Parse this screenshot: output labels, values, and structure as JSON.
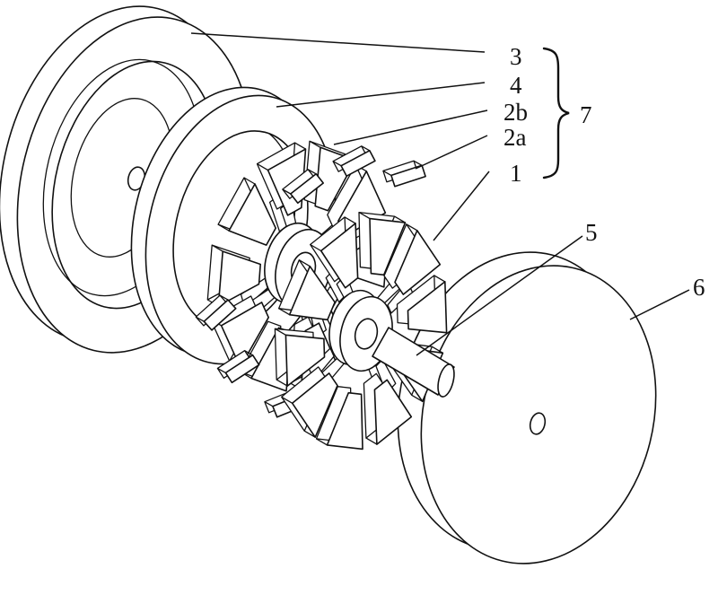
{
  "figure": {
    "callouts": {
      "c3": "3",
      "c4": "4",
      "c2b": "2b",
      "c2a": "2a",
      "c1": "1",
      "c5": "5",
      "c6": "6",
      "c7": "7"
    }
  },
  "colors": {
    "ink": "#111111",
    "background": "#ffffff"
  }
}
